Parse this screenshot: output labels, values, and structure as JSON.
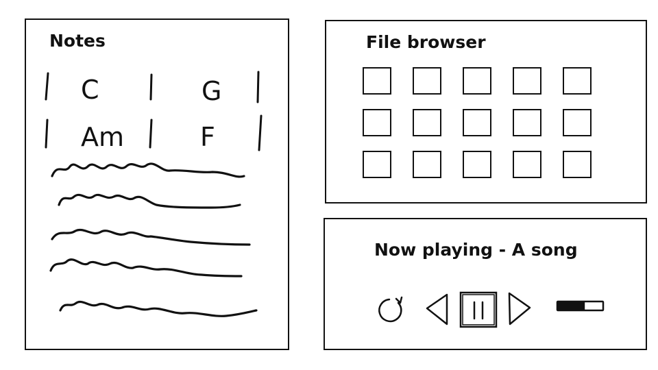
{
  "notes": {
    "title": "Notes",
    "chords": [
      [
        "C",
        "G"
      ],
      [
        "Am",
        "F"
      ]
    ],
    "scribble_lines": 5
  },
  "file_browser": {
    "title": "File browser",
    "rows": 3,
    "columns": 5
  },
  "player": {
    "title": "Now playing - A song",
    "controls": [
      "repeat-icon",
      "previous-icon",
      "pause-icon",
      "next-icon"
    ],
    "volume_level": 0.6
  }
}
